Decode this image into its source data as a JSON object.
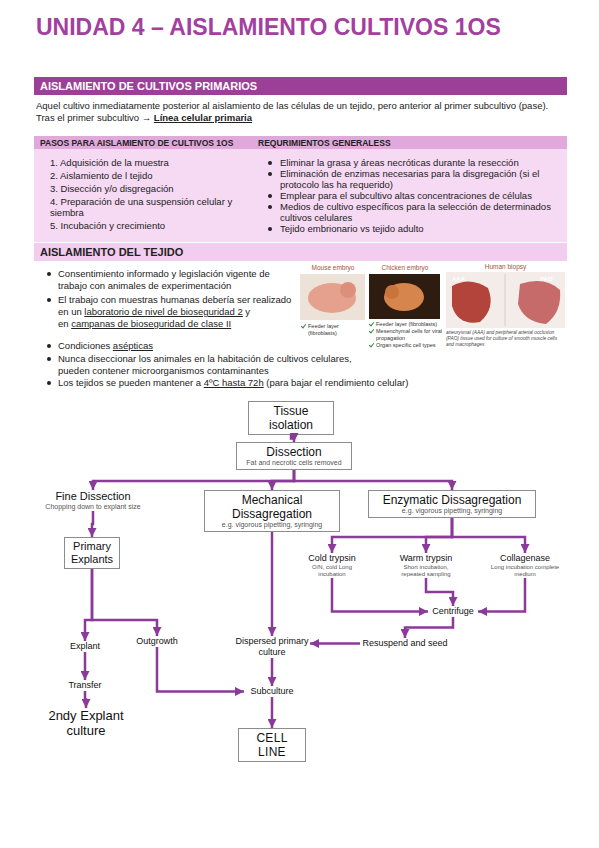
{
  "diagram": {
    "title": "UNIDAD 4 – AISLAMIENTO CULTIVOS 1OS",
    "nodes": [
      {
        "text": [
          "AISLAMIENTO DE CULTIVOS PRIMARIOS"
        ]
      },
      {
        "text": [
          "PASOS PARA AISLAMIENTO DE CULTIVOS 1OS"
        ]
      },
      {
        "text": [
          "REQURIMIENTOS GENERALESS"
        ]
      },
      {
        "text": [
          "1. Adquisición de la muestra",
          "2. Aislamiento de l tejido",
          "3. Disección y/o disgregación",
          "4. Preparación de una suspensión celular y siembra",
          "5. Incubación y crecimiento"
        ]
      },
      {
        "text": [
          "Eliminar la grasa y áreas necróticas durante la resección",
          "Eliminación de enzimas necesarias para la disgregación (si el protocolo las ha requerido)",
          "Emplear para el subcultivo altas concentraciones de células",
          "Medios de cultivo específicos para la selección de determinados cultivos celulares",
          "Tejido embrionario vs tejido adulto"
        ]
      },
      {
        "text": [
          "AISLAMIENTO DEL TEJIDO"
        ]
      },
      {
        "text": [
          "Tissue isolation"
        ]
      },
      {
        "text": [
          "Dissection",
          "Fat and necrotic cells removed"
        ]
      },
      {
        "text": [
          "Fine Dissection",
          "Chopping down to explant size"
        ]
      },
      {
        "text": [
          "Mechanical Dissagregation",
          "e.g. vigorous pipetting, syringing"
        ]
      },
      {
        "text": [
          "Enzymatic Dissagregation",
          "e.g. vigorous pipetting, syringing"
        ]
      },
      {
        "text": [
          "Primary Explants"
        ]
      },
      {
        "text": [
          "Cold trypsin",
          "O/N, cold Long incubation"
        ]
      },
      {
        "text": [
          "Warm trypsin",
          "Short incubation, repeated sampling"
        ]
      },
      {
        "text": [
          "Collagenase",
          "Long incubation complete medium"
        ]
      },
      {
        "text": [
          "Centrifuge"
        ]
      },
      {
        "text": [
          "Resuspend and seed"
        ]
      },
      {
        "text": [
          "Dispersed primary culture"
        ]
      },
      {
        "text": [
          "Explant"
        ]
      },
      {
        "text": [
          "Outgrowth"
        ]
      },
      {
        "text": [
          "Transfer"
        ]
      },
      {
        "text": [
          "2ndy Explant culture"
        ]
      },
      {
        "text": [
          "Subculture"
        ]
      },
      {
        "text": [
          "CELL LINE"
        ]
      }
    ],
    "edges": [
      {
        "from": 6,
        "to": 7,
        "arrow": "to"
      },
      {
        "from": 7,
        "to": 8,
        "arrow": "to"
      },
      {
        "from": 7,
        "to": 9,
        "arrow": "to"
      },
      {
        "from": 7,
        "to": 10,
        "arrow": "to"
      },
      {
        "from": 8,
        "to": 11,
        "arrow": "to"
      },
      {
        "from": 11,
        "to": 18,
        "arrow": "to"
      },
      {
        "from": 11,
        "to": 19,
        "arrow": "to"
      },
      {
        "from": 18,
        "to": 20,
        "arrow": "to"
      },
      {
        "from": 20,
        "to": 21,
        "arrow": "to"
      },
      {
        "from": 9,
        "to": 17,
        "arrow": "to"
      },
      {
        "from": 10,
        "to": 12,
        "arrow": "to"
      },
      {
        "from": 10,
        "to": 13,
        "arrow": "to"
      },
      {
        "from": 10,
        "to": 14,
        "arrow": "to"
      },
      {
        "from": 12,
        "to": 15,
        "arrow": "to"
      },
      {
        "from": 13,
        "to": 15,
        "arrow": "to"
      },
      {
        "from": 14,
        "to": 15,
        "arrow": "to"
      },
      {
        "from": 15,
        "to": 16,
        "arrow": "to"
      },
      {
        "from": 16,
        "to": 17,
        "arrow": "to"
      },
      {
        "from": 17,
        "to": 22,
        "arrow": "to"
      },
      {
        "from": 19,
        "to": 22,
        "arrow": "to"
      },
      {
        "from": 22,
        "to": 23,
        "arrow": "to"
      }
    ],
    "labels": [
      "Aquel cultivo inmediatamente posterior al aislamiento de las células de un tejido, pero anterior al primer subcultivo (pase). Tras el primer subcultivo →",
      "Línea celular primaria",
      "Consentimiento informado y legislación vigente de trabajo con animales de experimentación",
      "El trabajo con muestras humanas debería ser realizado en un",
      "laboratorio de nivel de bioseguridad 2",
      "y en",
      "campanas de bioseguridad de clase II",
      "Condiciones",
      "asépticas",
      "Nunca diseccionar los animales en la habitación de cultivos celulares, pueden contener microorganismos contaminantes",
      "Los tejidos se pueden mantener a",
      "4ºC hasta 72h",
      "(para bajar el rendimiento celular)",
      "Mouse embryo",
      "Feeder layer (fibroblasts)",
      "Chicken embryo",
      "Feeder layer (fibroblasts)",
      "Mesenchymal cells for viral propagation",
      "Organ specific cell types",
      "Human biopsy",
      "AAA",
      "PAO",
      "aneurysmal (AAA) and peripheral arterial occlusion (PAO) tissue used for culture of smooth muscle cells and macrophages"
    ]
  }
}
